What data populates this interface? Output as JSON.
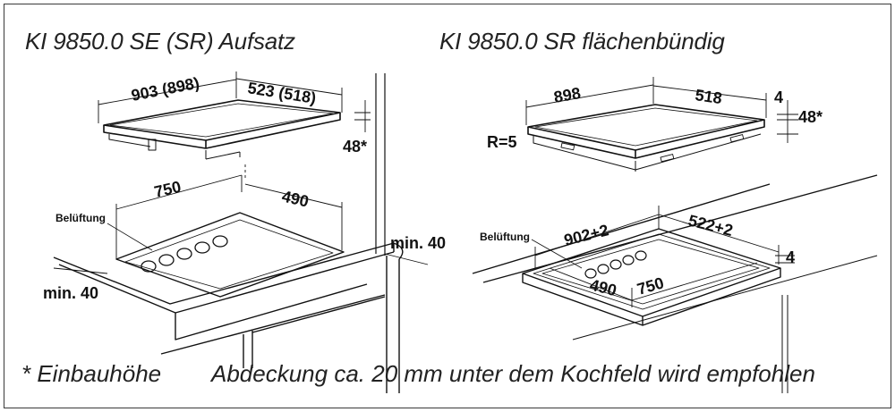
{
  "titles": {
    "left": "KI 9850.0 SE (SR) Aufsatz",
    "right": "KI 9850.0 SR flächenbündig"
  },
  "left": {
    "dim_width": "903 (898)",
    "dim_depth": "523 (518)",
    "dim_height": "48*",
    "cutout_width": "750",
    "cutout_depth": "490",
    "ventilation_label": "Belüftung",
    "min_side": "min. 40",
    "min_front": "min. 40"
  },
  "right": {
    "dim_width": "898",
    "dim_depth": "518",
    "dim_top": "4",
    "dim_height": "48*",
    "radius": "R=5",
    "ventilation_label": "Belüftung",
    "recess_width": "902+2",
    "recess_depth": "522+2",
    "recess_step": "4",
    "cutout_depth": "490",
    "cutout_width": "750"
  },
  "footer": {
    "note_left": "* Einbauhöhe",
    "note_right": "Abdeckung ca. 20 mm unter dem Kochfeld wird empfohlen"
  }
}
